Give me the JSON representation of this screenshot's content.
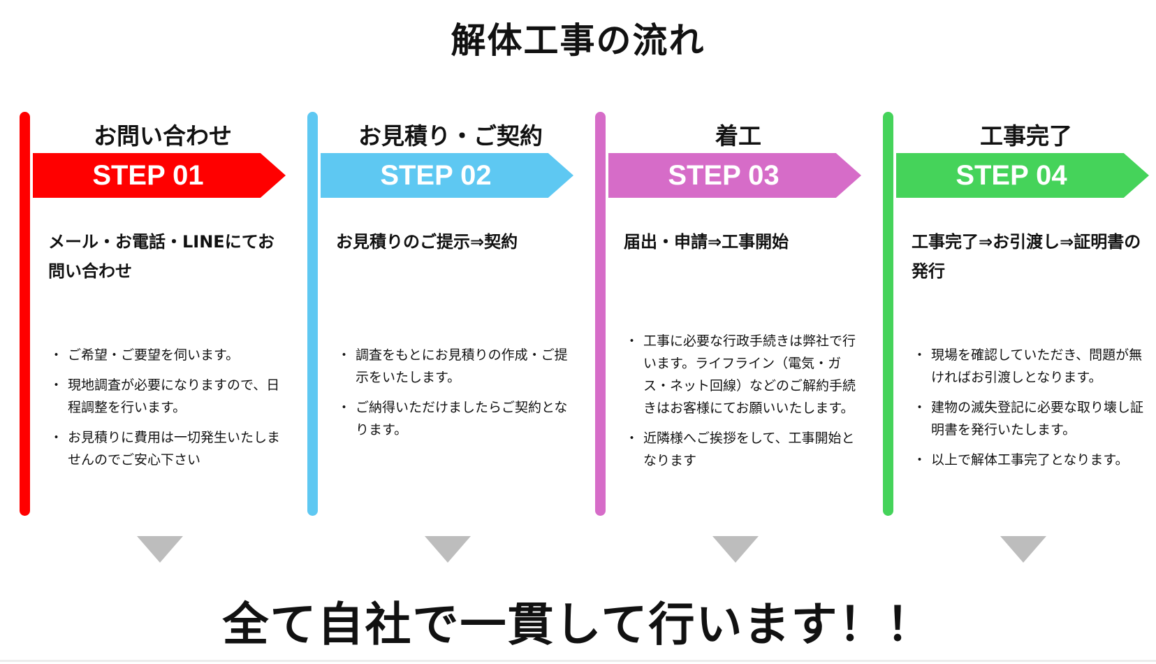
{
  "title": "解体工事の流れ",
  "steps": [
    {
      "title": "お問い合わせ",
      "label": "STEP 01",
      "color": "#ff0000",
      "subtitle": "メール・お電話・LINEにてお問い合わせ",
      "bullets": [
        "ご希望・ご要望を伺います。",
        "現地調査が必要になりますので、日程調整を行います。",
        "お見積りに費用は一切発生いたしませんのでご安心下さい"
      ]
    },
    {
      "title": "お見積り・ご契約",
      "label": "STEP 02",
      "color": "#5ec8f2",
      "subtitle": "お見積りのご提示⇒契約",
      "bullets": [
        "調査をもとにお見積りの作成・ご提示をいたします。",
        "ご納得いただけましたらご契約となります。"
      ]
    },
    {
      "title": "着工",
      "label": "STEP 03",
      "color": "#d66cc8",
      "subtitle": "届出・申請⇒工事開始",
      "bullets": [
        "工事に必要な行政手続きは弊社で行います。ライフライン（電気・ガス・ネット回線）などのご解約手続きはお客様にてお願いいたします。",
        "近隣様へご挨拶をして、工事開始となります"
      ]
    },
    {
      "title": "工事完了",
      "label": "STEP 04",
      "color": "#45d35a",
      "subtitle": "工事完了⇒お引渡し⇒証明書の発行",
      "bullets": [
        "現場を確認していただき、問題が無ければお引渡しとなります。",
        "建物の滅失登記に必要な取り壊し証明書を発行いたします。",
        "以上で解体工事完了となります。"
      ]
    }
  ],
  "bullet_char": "・",
  "footer": "全て自社で一貫して行います！！"
}
